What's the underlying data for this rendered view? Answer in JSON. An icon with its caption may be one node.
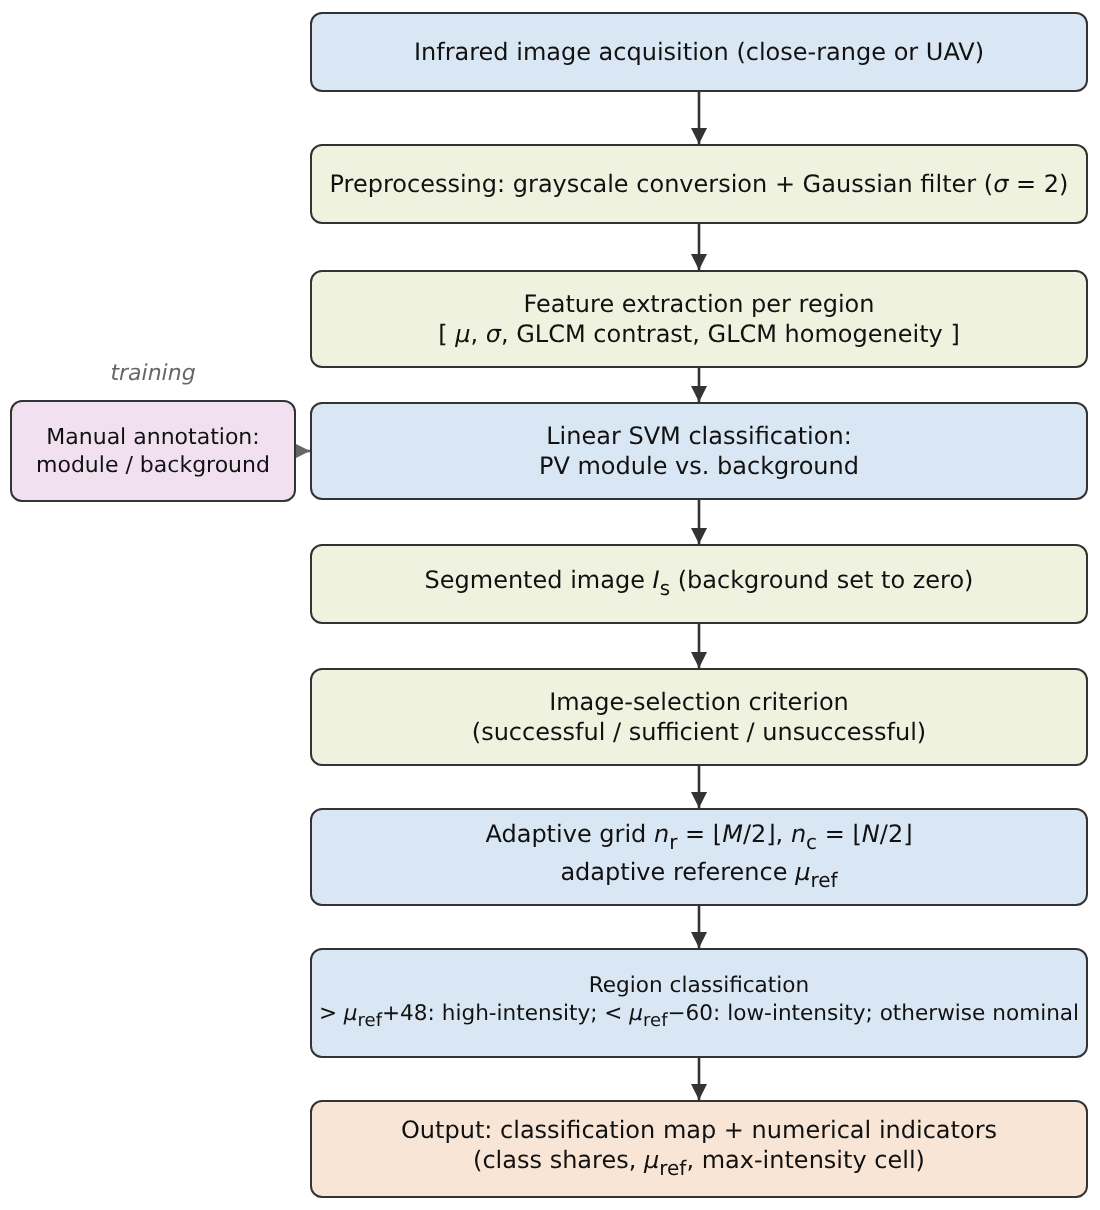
{
  "diagram": {
    "nodes": [
      {
        "text": [
          "Infrared image acquisition (close-range or UAV)"
        ]
      },
      {
        "text": [
          "Preprocessing: grayscale conversion + Gaussian filter (*σ* = 2)"
        ]
      },
      {
        "text": [
          "Feature extraction per region",
          "[ *μ*, *σ*, GLCM contrast, GLCM homogeneity ]"
        ]
      },
      {
        "text": [
          "Manual annotation: module / background"
        ],
        "beside": [
          "training"
        ]
      },
      {
        "text": [
          "Linear SVM classification:",
          "PV module vs. background"
        ]
      },
      {
        "text": [
          "Segmented image *I*$_{s}$ (background set to zero)"
        ]
      },
      {
        "text": [
          "Image-selection criterion",
          "(successful / sufficient / unsuccessful)"
        ]
      },
      {
        "text": [
          "Adaptive grid *n*$_{r}$ = ⌊*M*/2⌋, *n*$_{c}$ = ⌊*N*/2⌋",
          "adaptive reference *μ*$_{ref}$"
        ]
      },
      {
        "text": [
          "Region classification",
          "> *μ*$_{ref}$+48: high-intensity; < *μ*$_{ref}$−60: low-intensity; otherwise nominal"
        ]
      },
      {
        "text": [
          "Output: classification map + numerical indicators",
          "(class shares, *μ*$_{ref}$, max-intensity cell)"
        ]
      }
    ],
    "edges": [
      {
        "from": 0,
        "to": 1,
        "arrow": "to"
      },
      {
        "from": 1,
        "to": 2,
        "arrow": "to"
      },
      {
        "from": 2,
        "to": 4,
        "arrow": "to"
      },
      {
        "from": 3,
        "to": 4,
        "arrow": "to",
        "color": "#666666"
      },
      {
        "from": 4,
        "to": 5,
        "arrow": "to"
      },
      {
        "from": 5,
        "to": 6,
        "arrow": "to"
      },
      {
        "from": 6,
        "to": 7,
        "arrow": "to"
      },
      {
        "from": 7,
        "to": 8,
        "arrow": "to"
      },
      {
        "from": 8,
        "to": 9,
        "arrow": "to"
      }
    ]
  }
}
